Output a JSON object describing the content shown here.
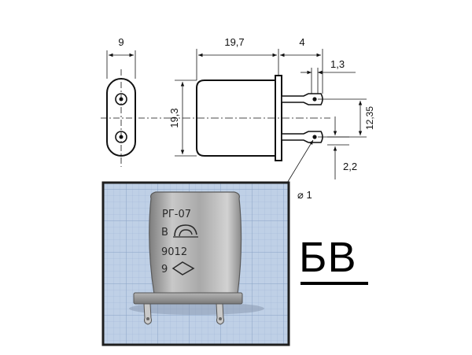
{
  "dimensions": {
    "end_width": "9",
    "body_length": "19,7",
    "lead_length": "4",
    "lead_width": "1,3",
    "height": "19,3",
    "pin_spacing": "12,35",
    "pin_offset": "2,2",
    "hole_diameter": "⌀ 1"
  },
  "photo": {
    "marking_line1": "РГ-07",
    "marking_line2": "В",
    "marking_line3": "9012",
    "marking_line4": "9"
  },
  "package_label": "БВ",
  "colors": {
    "line": "#111111",
    "photo_border": "#1e1e1e",
    "photo_background": "#bfd0e6",
    "grid": "#9fb4d3",
    "metal": "#a6a6a6"
  }
}
